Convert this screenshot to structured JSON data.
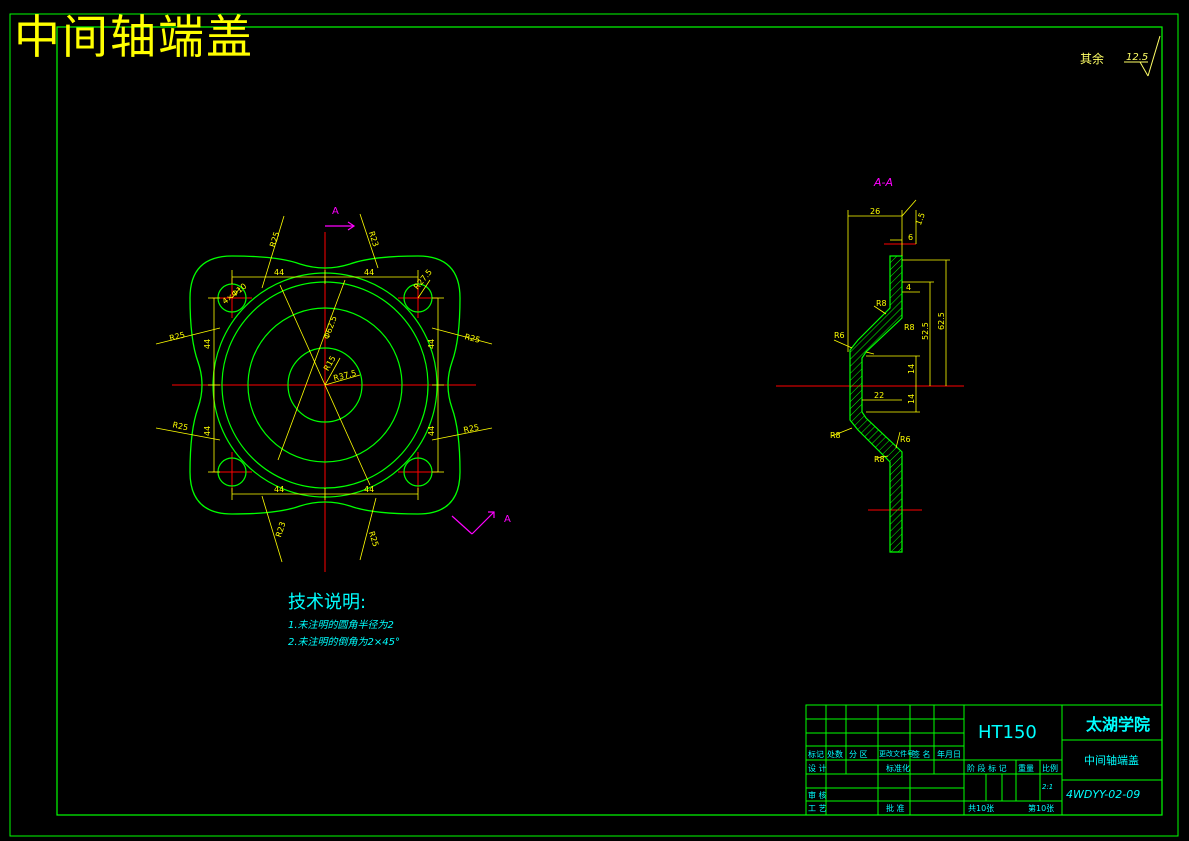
{
  "drawing_title": "中间轴端盖",
  "roughness": {
    "label": "其余",
    "value": "12.5"
  },
  "section_label": "A-A",
  "view_label": "A",
  "front_view_dims": {
    "radius_r25": "R25",
    "radius_r23": "R23",
    "span_44": "44",
    "dia_hole": "4×Φ10",
    "r27_5": "R27.5",
    "dia_62_5": "Φ62.5",
    "r37_5": "R37.5",
    "r15": "R15"
  },
  "section_dims": {
    "d26": "26",
    "d1_5": "1.5",
    "d6": "6",
    "d4": "4",
    "d62_5": "62.5",
    "d52_5": "52.5",
    "d14a": "14",
    "d22": "22",
    "d14b": "14",
    "r6": "R6",
    "r8": "R8",
    "r8b": "R8",
    "r6b": "R6",
    "r8c": "R8"
  },
  "tech_notes": {
    "title": "技术说明:",
    "items": [
      "1.未注明的圆角半径为2",
      "2.未注明的倒角为2×45°"
    ]
  },
  "title_block": {
    "material": "HT150",
    "school": "太湖学院",
    "part_name": "中间轴端盖",
    "drawing_number": "4WDYY-02-09",
    "sheet_total": "共10张",
    "sheet_num": "第10张",
    "scale_value": "2:1",
    "header_row": [
      "标记",
      "处数",
      "分 区",
      "更改文件号",
      "签 名",
      "年月日"
    ],
    "row_design": [
      "设 计",
      "标准化"
    ],
    "row_review": "审 核",
    "row_process": "工 艺",
    "approve": "批 准",
    "stage_labels": [
      "阶 段 标 记",
      "重量",
      "比例"
    ]
  },
  "colors": {
    "frame": "#00ff00",
    "dimension": "#ffff00",
    "centerline": "#ff0000",
    "section_marker": "#ff00ff",
    "text_cyan": "#00ffff",
    "background": "#000000"
  }
}
